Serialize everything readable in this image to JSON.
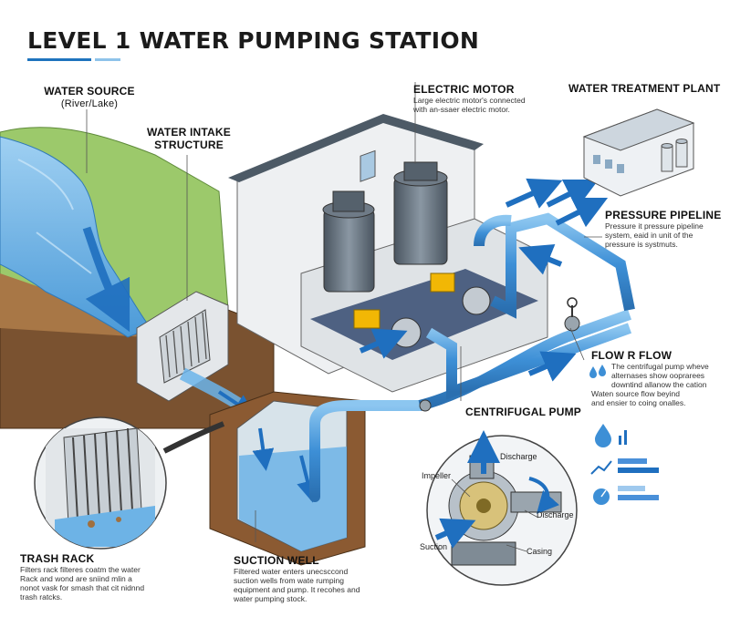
{
  "title": "LEVEL 1 WATER PUMPING STATION",
  "labels": {
    "water_source": {
      "heading": "WATER SOURCE",
      "sub": "(River/Lake)"
    },
    "intake": {
      "line1": "WATER INTAKE",
      "line2": "STRUCTURE"
    },
    "motor": {
      "heading": "ELECTRIC MOTOR",
      "desc1": "Large electric motor's connected",
      "desc2": "with an-ssaer electric motor."
    },
    "treatment": {
      "heading": "WATER TREATMENT PLANT"
    },
    "pipeline": {
      "heading": "PRESSURE PIPELINE",
      "desc1": "Pressure it pressure pipeline",
      "desc2": "system, eaid in unit of the",
      "desc3": "pressure is systmuts."
    },
    "flow": {
      "heading": "FLOW R FLOW",
      "desc1": "The centrifugal pump wheve",
      "desc2": "alternases show ooprarees",
      "desc3": "downtind allanow the cation",
      "desc4": "Waten source flow beyind",
      "desc5": "and ensier to coing onalles."
    },
    "centrifugal": {
      "heading": "CENTRIFUGAL PUMP"
    },
    "trash": {
      "heading": "TRASH RACK",
      "desc1": "Filters rack filteres coatm the water",
      "desc2": "Rack and wond are sniind mlin a",
      "desc3": "nonot vask for smash that cit nidnnd",
      "desc4": "trash ratcks."
    },
    "suction": {
      "heading": "SUCTION WELL",
      "desc1": "Filtered water enters unecsccond",
      "desc2": "suction wells from wate rumping",
      "desc3": "equipment and pump. It recohes and",
      "desc4": "water pumping stock."
    }
  },
  "pump_detail": {
    "impeller": "Impeller",
    "discharge_top": "Discharge",
    "discharge_side": "Discharge",
    "suction": "Suction",
    "casing": "Casing"
  },
  "colors": {
    "water": "#5aa9e0",
    "pipe": "#3d8fd6",
    "arrow": "#1f6fbf",
    "building": "#e9ecef",
    "motor": "#5d6a76",
    "accent_yellow": "#f2b705",
    "grass": "#9cc96b",
    "soil": "#9a6a3f"
  },
  "icons": [
    "droplet-icon",
    "bar-chart-icon",
    "trend-line-icon",
    "gauge-icon"
  ]
}
